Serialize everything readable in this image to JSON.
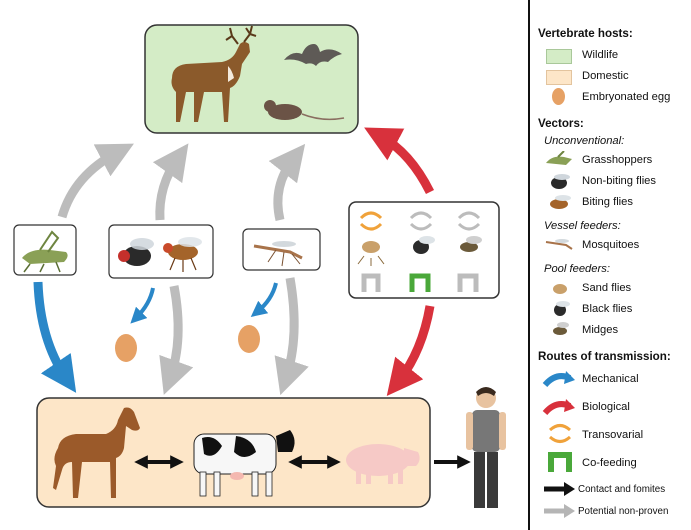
{
  "legend": {
    "vertebrate_hosts_title": "Vertebrate hosts:",
    "wildlife": "Wildlife",
    "domestic": "Domestic",
    "egg": "Embryonated egg",
    "vectors_title": "Vectors:",
    "unconventional": "Unconventional:",
    "grasshoppers": "Grasshoppers",
    "non_biting_flies": "Non-biting flies",
    "biting_flies": "Biting flies",
    "vessel_feeders": "Vessel feeders:",
    "mosquitoes": "Mosquitoes",
    "pool_feeders": "Pool feeders:",
    "sand_flies": "Sand flies",
    "black_flies": "Black flies",
    "midges": "Midges",
    "routes_title": "Routes of transmission:",
    "mechanical": "Mechanical",
    "biological": "Biological",
    "transovarial": "Transovarial",
    "cofeeding": "Co-feeding",
    "contact": "Contact and fomites",
    "nonproven": "Potential non-proven"
  },
  "colors": {
    "wildlife_fill": "#d4ecc6",
    "domestic_fill": "#fde6c8",
    "mechanical": "#2a87c8",
    "biological": "#d8313c",
    "transovarial": "#f0a23a",
    "cofeeding": "#4aa83a",
    "nonproven": "#b5b5b5",
    "contact": "#111111"
  }
}
